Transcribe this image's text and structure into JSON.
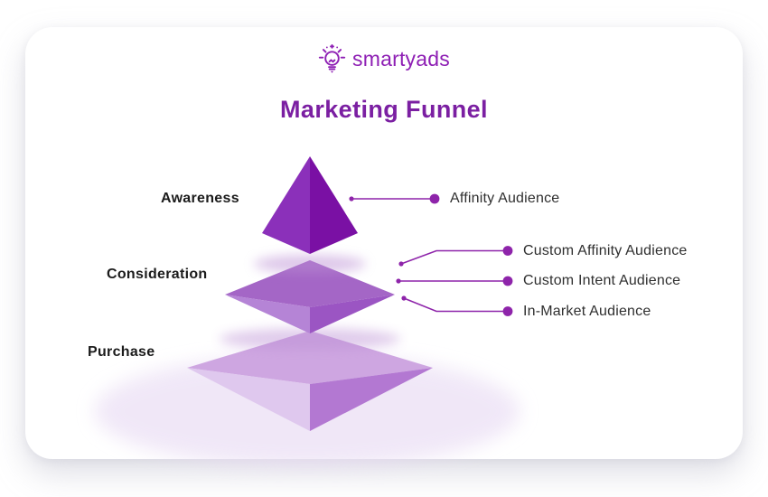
{
  "logo": {
    "icon": "lightbulb-icon",
    "text": "smartyads"
  },
  "title": "Marketing Funnel",
  "funnel": {
    "stages": [
      {
        "label": "Awareness",
        "audiences": [
          "Affinity Audience"
        ]
      },
      {
        "label": "Consideration",
        "audiences": [
          "Custom Affinity Audience",
          "Custom Intent Audience",
          "In-Market Audience"
        ]
      },
      {
        "label": "Purchase",
        "audiences": []
      }
    ]
  },
  "colors": {
    "brand": "#8E1FB4",
    "title": "#7B1FA2",
    "connector": "#8E24AA",
    "stage_label": "#1B1B1B",
    "audience_label": "#2F2F2F",
    "tier1_left": "#8B30BA",
    "tier1_right": "#7A10A4",
    "tier2_top": "#A466C6",
    "tier2_left": "#B584D6",
    "tier2_right": "#9B55C3",
    "tier3_top": "#CEA6E1",
    "tier3_left": "#DFC8EE",
    "tier3_right": "#B378D2"
  }
}
